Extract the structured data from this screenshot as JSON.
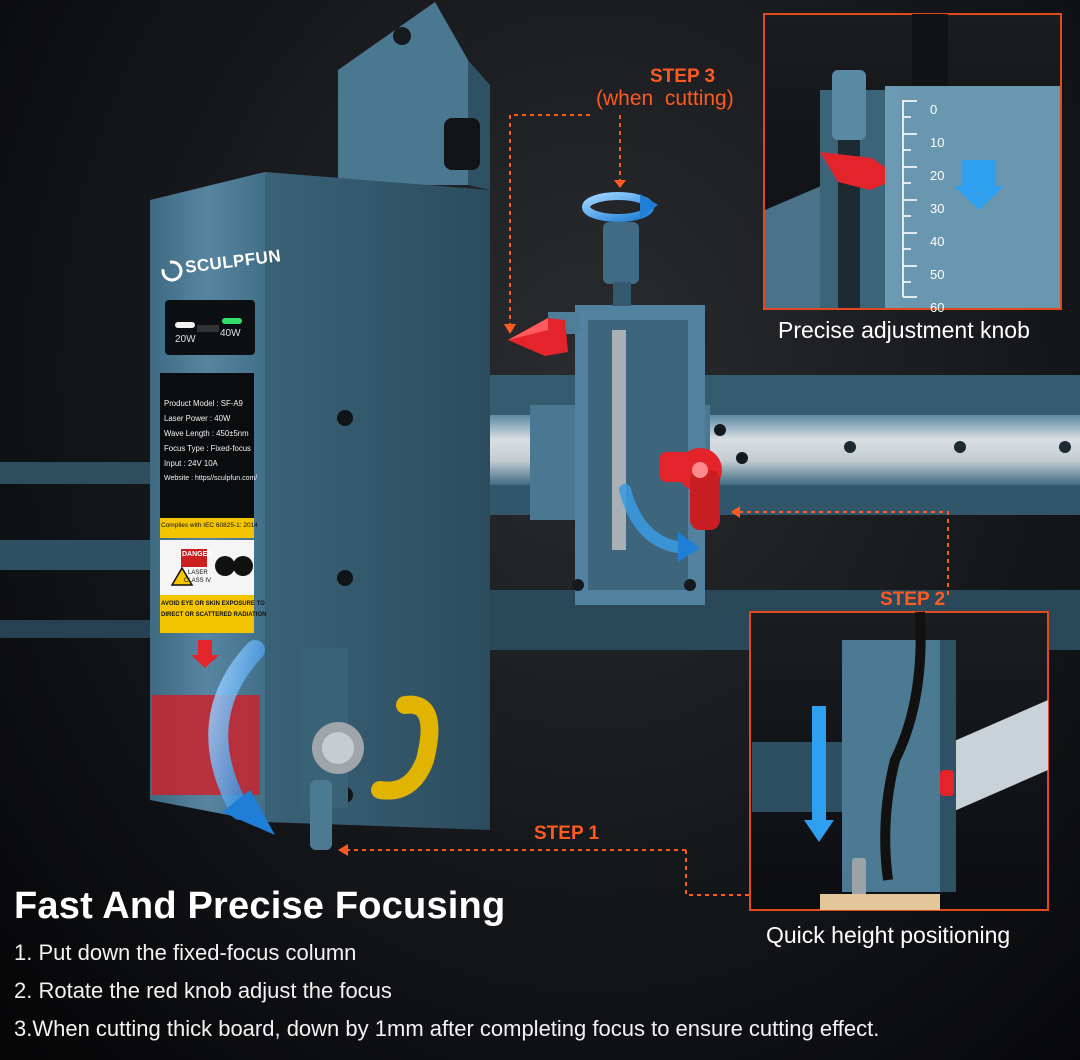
{
  "product": {
    "brand": "SCULPFUN",
    "power_switch": {
      "low": "20W",
      "high": "40W"
    },
    "spec_label": {
      "lines": [
        "Product Model : SF-A9",
        "Laser Power : 40W",
        "Wave Length : 450±5nm",
        "Focus Type : Fixed-focus",
        "Input : 24V 10A",
        "Website : https//sculpfun.com/"
      ],
      "compliance": "Complies with IEC 60825-1: 2014"
    },
    "danger_label": {
      "title": "DANGER",
      "class_lines": [
        "LASER",
        "CLASS IV"
      ],
      "warning": [
        "AVOID EYE OR SKIN EXPOSURE TO",
        "DIRECT OR SCATTERED RADIATION"
      ]
    }
  },
  "steps": {
    "step1": {
      "tag": "STEP 1"
    },
    "step2": {
      "tag": "STEP 2"
    },
    "step3": {
      "tag": "STEP 3",
      "sub": "(when  cutting)"
    }
  },
  "insets": {
    "top": {
      "caption": "Precise adjustment knob",
      "ruler_ticks": [
        "0",
        "10",
        "20",
        "30",
        "40",
        "50",
        "60"
      ]
    },
    "bottom": {
      "caption": "Quick height positioning"
    }
  },
  "headline": "Fast And Precise Focusing",
  "instructions": [
    "1. Put down the fixed-focus column",
    "2. Rotate the red knob adjust the focus",
    "3.When cutting thick board, down by 1mm after completing focus to ensure cutting effect."
  ],
  "colors": {
    "accent": "#ff5a1f",
    "body_blue": "#4d7a93",
    "arrow_blue": "#3a9be0",
    "knob_red": "#e3242b"
  }
}
